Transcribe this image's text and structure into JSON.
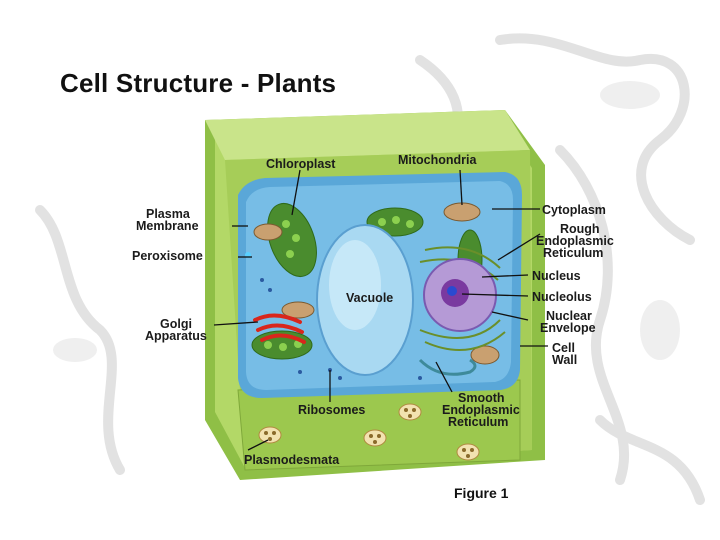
{
  "title": "Cell Structure - Plants",
  "figure_caption": "Figure 1",
  "labels": {
    "chloroplast": "Chloroplast",
    "mitochondria": "Mitochondria",
    "plasma_membrane_1": "Plasma",
    "plasma_membrane_2": "Membrane",
    "peroxisome": "Peroxisome",
    "vacuole": "Vacuole",
    "golgi_1": "Golgi",
    "golgi_2": "Apparatus",
    "ribosomes": "Ribosomes",
    "plasmodesmata": "Plasmodesmata",
    "cytoplasm": "Cytoplasm",
    "rough_er_1": "Rough",
    "rough_er_2": "Endoplasmic",
    "rough_er_3": "Reticulum",
    "nucleus": "Nucleus",
    "nucleolus": "Nucleolus",
    "nuclear_envelope_1": "Nuclear",
    "nuclear_envelope_2": "Envelope",
    "cell_wall_1": "Cell",
    "cell_wall_2": "Wall",
    "smooth_er_1": "Smooth",
    "smooth_er_2": "Endoplasmic",
    "smooth_er_3": "Reticulum"
  },
  "colors": {
    "cell_wall": "#a8cf5a",
    "cell_wall_dark": "#7fa83a",
    "cytoplasm": "#6fb6e0",
    "vacuole": "#9fd3f0",
    "chloroplast": "#5a9a3a",
    "nucleus": "#b79ad8",
    "golgi": "#d9261c"
  }
}
